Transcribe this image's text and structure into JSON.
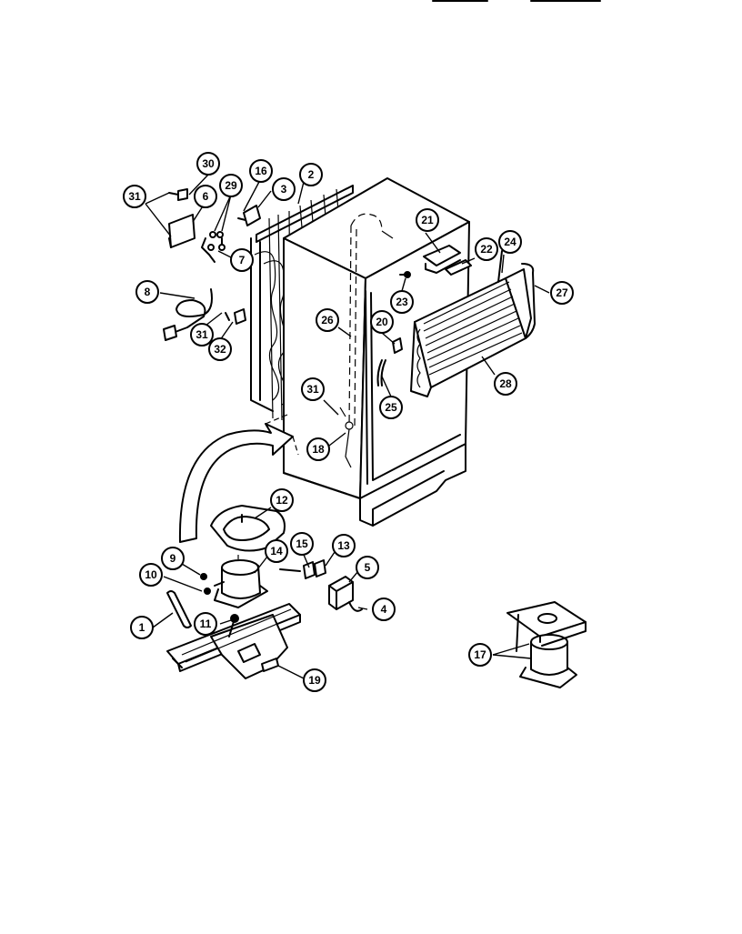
{
  "callouts": [
    "30",
    "31",
    "6",
    "29",
    "16",
    "3",
    "2",
    "7",
    "8",
    "31",
    "32",
    "26",
    "20",
    "23",
    "21",
    "22",
    "24",
    "27",
    "28",
    "25",
    "31",
    "18",
    "12",
    "9",
    "14",
    "15",
    "13",
    "5",
    "10",
    "4",
    "1",
    "11",
    "19",
    "17"
  ]
}
